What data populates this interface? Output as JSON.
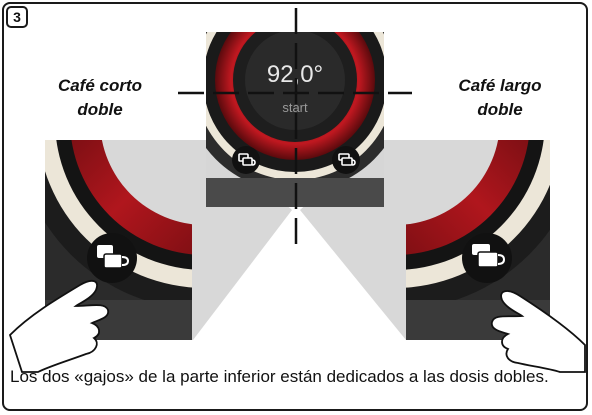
{
  "step_number": "3",
  "left_label": {
    "line1": "Café corto",
    "line2": "doble"
  },
  "right_label": {
    "line1": "Café largo",
    "line2": "doble"
  },
  "display": {
    "temperature": "92,0°",
    "button_text": "start"
  },
  "caption": "Los dos «gajos» de la parte inferior están dedicados a las dosis dobles.",
  "icons": {
    "left": "double-cup-short-icon",
    "right": "double-cup-long-icon",
    "hand": "pointing-hand-icon"
  },
  "colors": {
    "accent_red": "#b3141c",
    "dark": "#1b1b1b",
    "cream": "#ece6d8",
    "callout_gray": "#d4d4d4"
  }
}
